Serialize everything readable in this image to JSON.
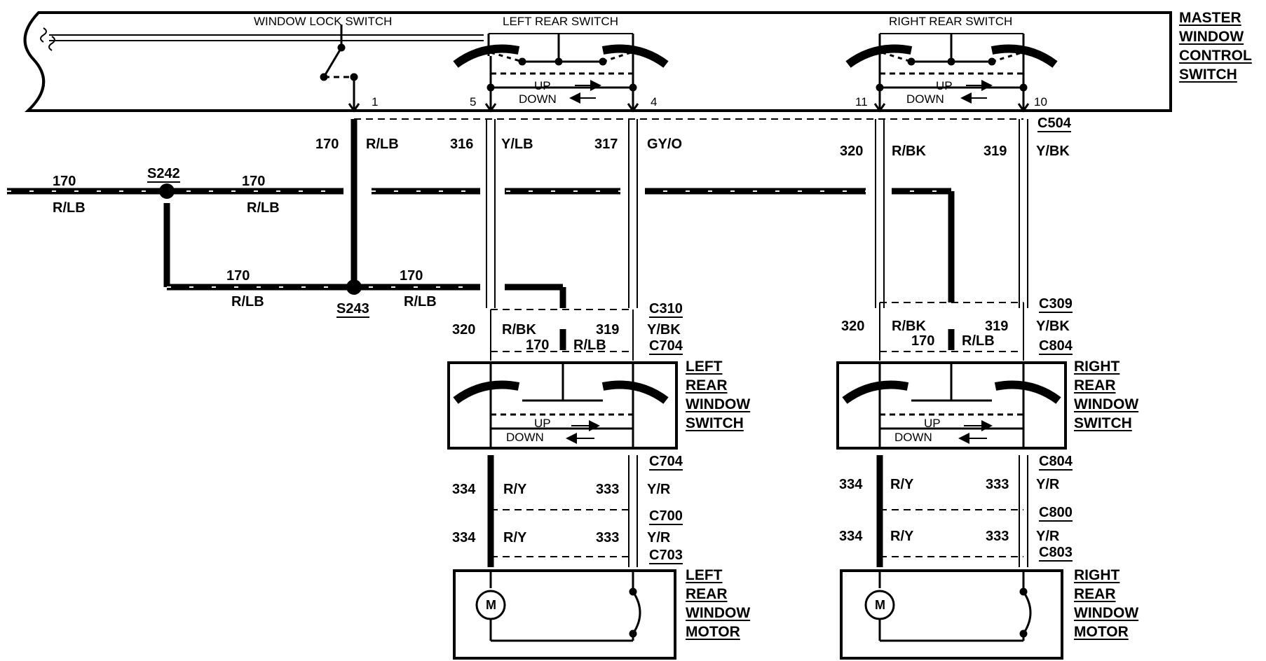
{
  "master": {
    "lines": [
      "MASTER",
      "WINDOW",
      "CONTROL",
      "SWITCH"
    ],
    "window_lock_switch": "WINDOW LOCK SWITCH",
    "left_rear_switch": "LEFT REAR SWITCH",
    "right_rear_switch": "RIGHT REAR SWITCH",
    "up": "UP",
    "down": "DOWN",
    "pins": {
      "p1": "1",
      "p5": "5",
      "p4": "4",
      "p11": "11",
      "p10": "10"
    }
  },
  "connectors": {
    "c504": "C504",
    "c310": "C310",
    "c309": "C309",
    "c704a": "C704",
    "c804a": "C804",
    "c704b": "C704",
    "c804b": "C804",
    "c700": "C700",
    "c800": "C800",
    "c703": "C703",
    "c803": "C803"
  },
  "splices": {
    "s242": "S242",
    "s243": "S243"
  },
  "circuits": {
    "c170": "170",
    "rlb": "R/LB",
    "c316": "316",
    "ylb": "Y/LB",
    "c317": "317",
    "gyo": "GY/O",
    "c320": "320",
    "rbk": "R/BK",
    "c319": "319",
    "ybk": "Y/BK",
    "c334": "334",
    "ry": "R/Y",
    "c333": "333",
    "yr": "Y/R"
  },
  "left_rear_window_switch": [
    "LEFT",
    "REAR",
    "WINDOW",
    "SWITCH"
  ],
  "right_rear_window_switch": [
    "RIGHT",
    "REAR",
    "WINDOW",
    "SWITCH"
  ],
  "left_rear_window_motor": [
    "LEFT",
    "REAR",
    "WINDOW",
    "MOTOR"
  ],
  "right_rear_window_motor": [
    "RIGHT",
    "REAR",
    "WINDOW",
    "MOTOR"
  ],
  "motor_symbol": "M"
}
